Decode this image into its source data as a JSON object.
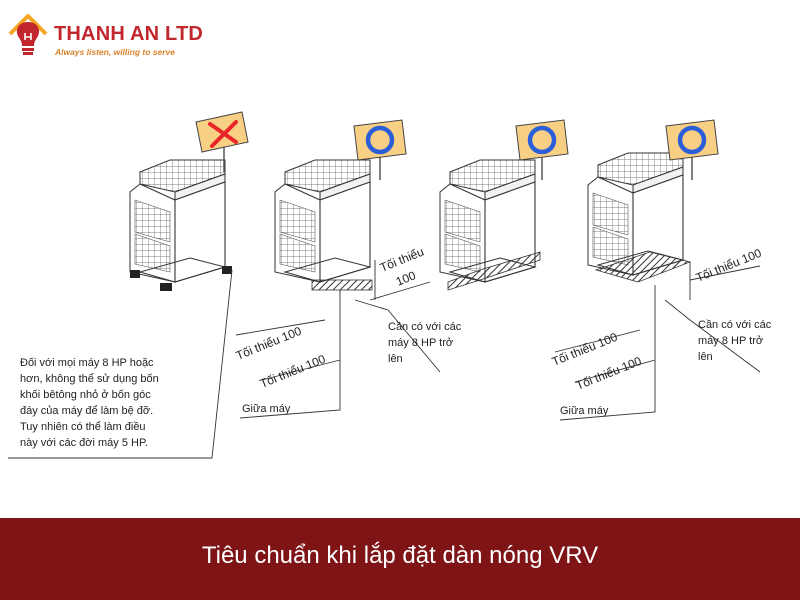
{
  "brand": {
    "name": "THANH AN LTD",
    "tagline": "Always listen, willing to serve",
    "colors": {
      "primary": "#c1272d",
      "accent": "#f5a623",
      "tagline": "#d9822b"
    }
  },
  "diagram": {
    "units": [
      {
        "sign": "cross-sign-icon",
        "status": "not-allowed"
      },
      {
        "sign": "circle-ok-sign-icon",
        "status": "allowed"
      },
      {
        "sign": "circle-ok-sign-icon",
        "status": "allowed"
      },
      {
        "sign": "circle-ok-sign-icon",
        "status": "allowed"
      }
    ],
    "notes": {
      "warning_lines": [
        "Đối với mọi máy 8 HP hoặc",
        "hơn, không thể sử dụng bốn",
        "khối bêtông nhỏ ở bốn góc",
        "đáy của máy để làm bệ đỡ.",
        "Tuy nhiên có thể làm điều",
        "này với các đời máy 5 HP."
      ],
      "required_lines": [
        "Cần có với các",
        "máy 8 HP trở",
        "lên"
      ],
      "required_lines_2": [
        "Cần có với các",
        "máy 8 HP trở",
        "lên"
      ],
      "middle": "Giữa máy",
      "middle_2": "Giữa máy",
      "min_100_a": "Tối thiểu 100",
      "min_100_b": "Tối thiểu 100",
      "min_100_c": "Tối thiểu 100",
      "min_100_d": "Tối thiểu 100",
      "min_100_e": "Tối thiểu 100",
      "min_top_line1": "Tối thiểu",
      "min_top_line2": "100"
    },
    "colors": {
      "sign_board": "#f7cf85",
      "cross": "#e8262a",
      "ok_ring": "#2b5fd9",
      "line": "#333333"
    }
  },
  "caption": {
    "text": "Tiêu chuẩn khi lắp đặt dàn nóng VRV",
    "background": "#7e1416"
  }
}
